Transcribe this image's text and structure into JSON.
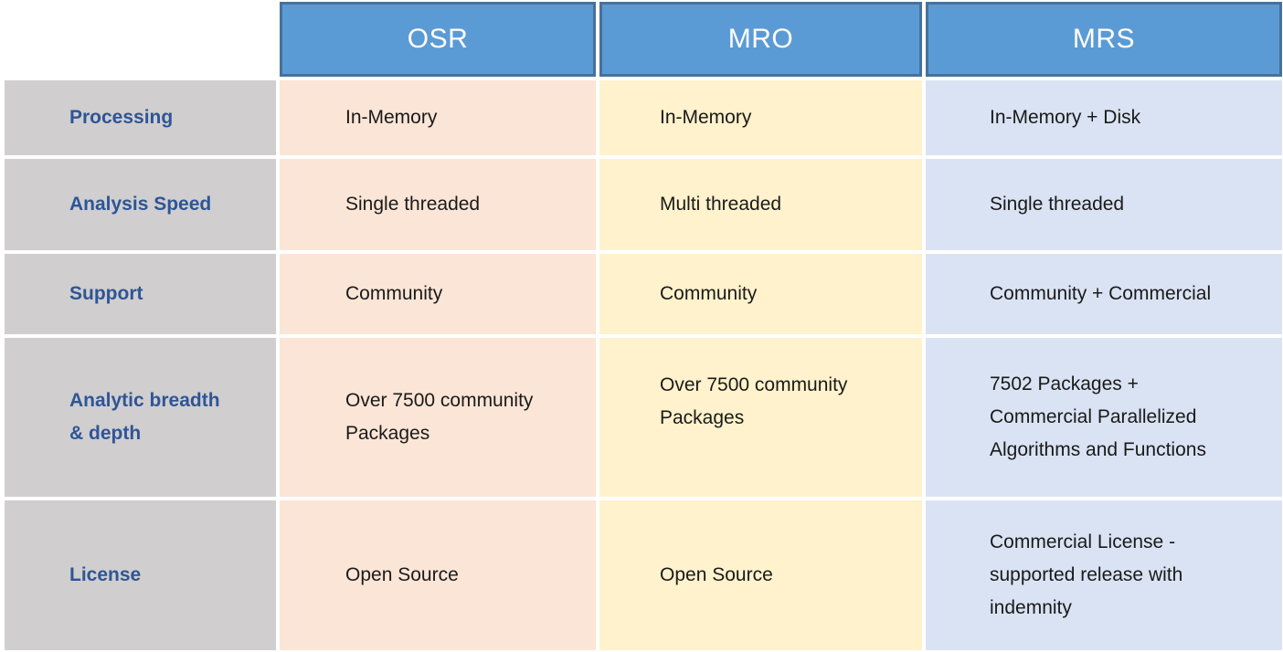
{
  "table": {
    "corner_label": "",
    "columns": [
      {
        "id": "osr",
        "label": "OSR"
      },
      {
        "id": "mro",
        "label": "MRO"
      },
      {
        "id": "mrs",
        "label": "MRS"
      }
    ],
    "rows": [
      {
        "label": "Processing",
        "osr": "In-Memory",
        "mro": "In-Memory",
        "mrs": "In-Memory + Disk"
      },
      {
        "label": "Analysis Speed",
        "osr": "Single threaded",
        "mro": "Multi threaded",
        "mrs": "Single threaded"
      },
      {
        "label": "Support",
        "osr": "Community",
        "mro": "Community",
        "mrs": "Community + Commercial"
      },
      {
        "label": "Analytic breadth\n& depth",
        "osr": "Over 7500 community\nPackages",
        "mro": "Over 7500 community\nPackages",
        "mrs": "7502 Packages +\nCommercial Parallelized\nAlgorithms and Functions"
      },
      {
        "label": "License",
        "osr": "Open Source",
        "mro": "Open Source",
        "mrs": "Commercial License -\nsupported release with\nindemnity"
      }
    ],
    "colors": {
      "header-bg": "#5b9bd5",
      "header-border": "#46719c",
      "header-text": "#ffffff",
      "osr-bg": "#fbe5d6",
      "mro-bg": "#fff2cc",
      "mrs-bg": "#dae3f3",
      "label-bg": "#d0cece",
      "label-text": "#2e5597",
      "cell-text": "#1a1a1a"
    }
  }
}
